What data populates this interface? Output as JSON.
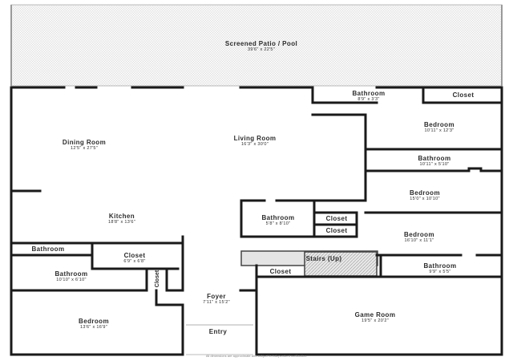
{
  "floor_plan": {
    "rooms": {
      "patio": {
        "name": "Screened Patio / Pool",
        "dims": "39'6\" x 22'5\""
      },
      "dining": {
        "name": "Dining Room",
        "dims": "12'5\" x 27'5\""
      },
      "living": {
        "name": "Living Room",
        "dims": "16'3\" x 30'0\""
      },
      "bath_top": {
        "name": "Bathroom",
        "dims": "8'9\" x 3'3\""
      },
      "closet_top": {
        "name": "Closet"
      },
      "bed_1": {
        "name": "Bedroom",
        "dims": "10'11\" x 12'3\""
      },
      "bath_mid": {
        "name": "Bathroom",
        "dims": "10'11\" x 5'10\""
      },
      "bed_2": {
        "name": "Bedroom",
        "dims": "15'0\" x 10'10\""
      },
      "kitchen": {
        "name": "Kitchen",
        "dims": "18'8\" x 13'6\""
      },
      "bath_center": {
        "name": "Bathroom",
        "dims": "5'8\" x 8'10\""
      },
      "closet_center_1": {
        "name": "Closet"
      },
      "closet_center_2": {
        "name": "Closet"
      },
      "bed_3": {
        "name": "Bedroom",
        "dims": "16'10\" x 11'1\""
      },
      "bath_left_small": {
        "name": "Bathroom"
      },
      "closet_left": {
        "name": "Closet",
        "dims": "6'9\" x 6'8\""
      },
      "bath_left": {
        "name": "Bathroom",
        "dims": "10'10\" x 6'10\""
      },
      "closet_vert": {
        "name": "Closet"
      },
      "stairs": {
        "name": "Stairs (Up)"
      },
      "closet_stairs": {
        "name": "Closet"
      },
      "bath_right": {
        "name": "Bathroom",
        "dims": "9'9\" x 5'5\""
      },
      "foyer": {
        "name": "Foyer",
        "dims": "7'11\" x 15'2\""
      },
      "bed_4": {
        "name": "Bedroom",
        "dims": "13'6\" x 16'9\""
      },
      "game": {
        "name": "Game Room",
        "dims": "19'5\" x 20'2\""
      },
      "entry": {
        "name": "Entry"
      }
    },
    "disclaimer": "All dimensions are approximate and subject to independent verification."
  }
}
